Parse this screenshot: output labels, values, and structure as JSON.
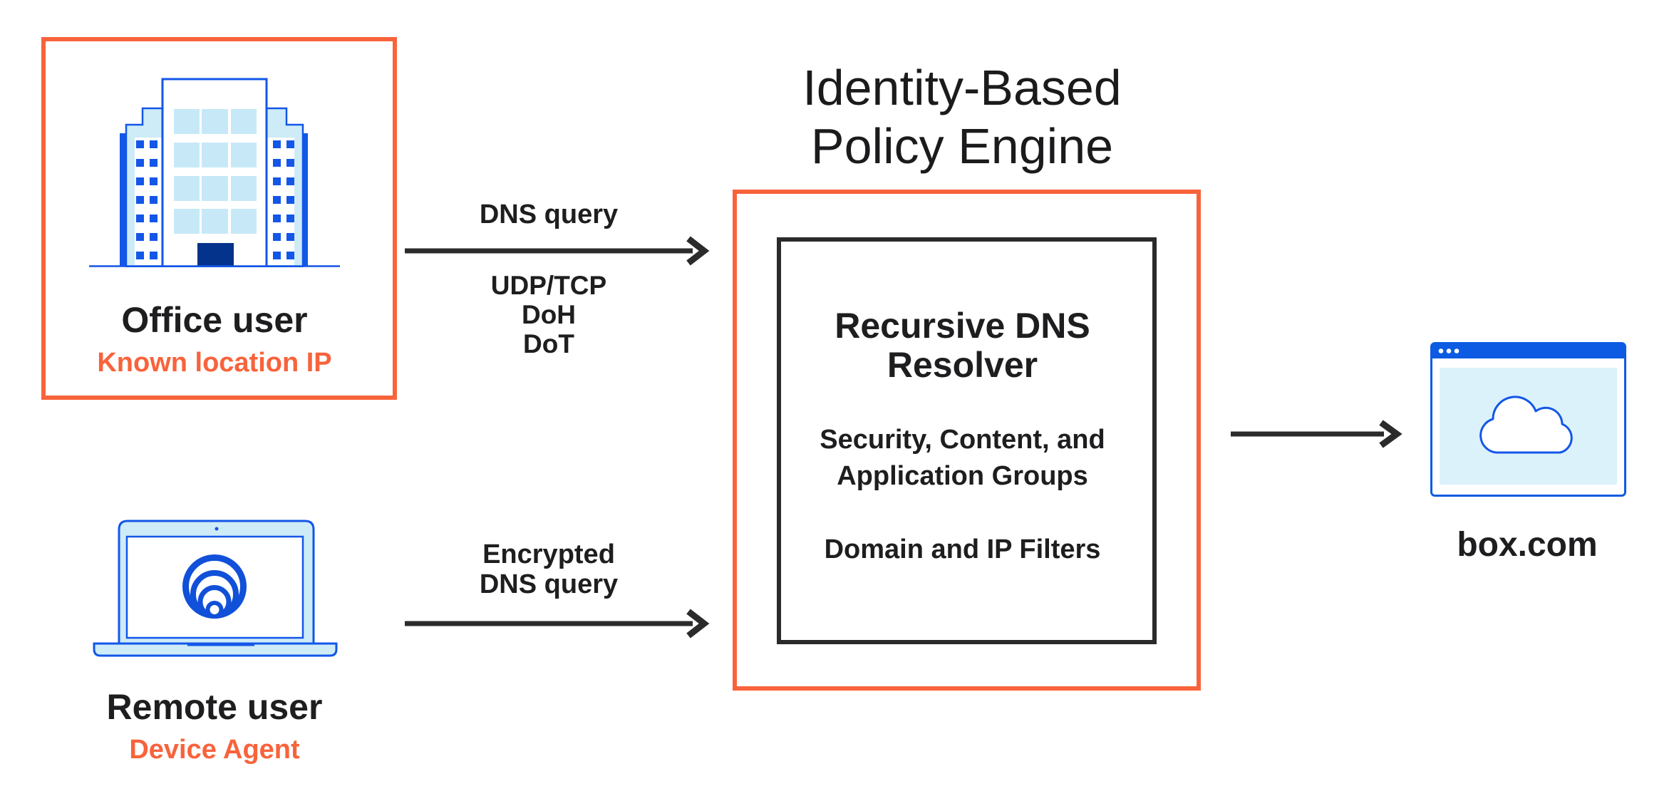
{
  "title": {
    "line1": "Identity-Based",
    "line2": "Policy Engine"
  },
  "sources": {
    "office": {
      "label": "Office user",
      "sublabel": "Known location IP"
    },
    "remote": {
      "label": "Remote user",
      "sublabel": "Device Agent"
    }
  },
  "flows": {
    "dns": {
      "label": "DNS query",
      "protocols": [
        "UDP/TCP",
        "DoH",
        "DoT"
      ]
    },
    "encrypted": {
      "line1": "Encrypted",
      "line2": "DNS query"
    }
  },
  "engine": {
    "name": {
      "line1": "Recursive DNS",
      "line2": "Resolver"
    },
    "capabilities": {
      "groups_line1": "Security, Content, and",
      "groups_line2": "Application Groups",
      "filters": "Domain and IP Filters"
    }
  },
  "destination": {
    "label": "box.com"
  },
  "colors": {
    "accent_orange": "#f8633b",
    "primary_blue": "#1356e8",
    "navy_blue": "#04338c",
    "light_blue": "#ceebf8",
    "pane_blue": "#c7e9f7",
    "browser_bar_blue": "#0d5be3",
    "ink": "#1e1e20",
    "arrow": "#2b2b2b"
  }
}
